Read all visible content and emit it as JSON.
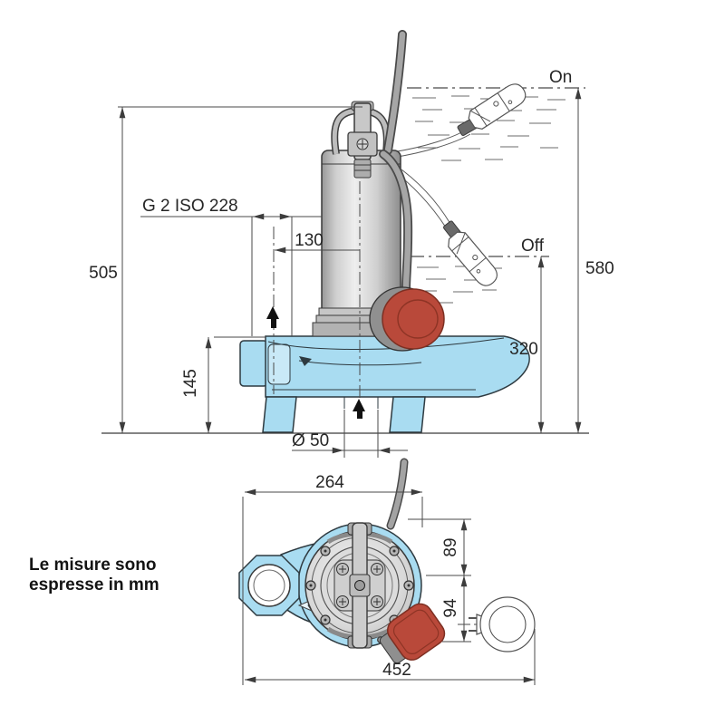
{
  "note": {
    "line1": "Le misure sono",
    "line2": "espresse in mm"
  },
  "side_view": {
    "thread_label": "G 2 ISO 228",
    "switch_on_label": "On",
    "switch_off_label": "Off",
    "dim_total_height": "505",
    "dim_volute_height": "145",
    "dim_axis_offset": "130",
    "dim_level_on": "580",
    "dim_level_off": "320",
    "dim_outlet_diameter": "Ø 50"
  },
  "top_view": {
    "dim_body_width": "264",
    "dim_depth_upper": "89",
    "dim_depth_lower": "94",
    "dim_total_width": "452"
  },
  "colors": {
    "casing_blue": "#a9dcf1",
    "float_red": "#b9493a",
    "drawing_line": "#3c3c3c"
  }
}
